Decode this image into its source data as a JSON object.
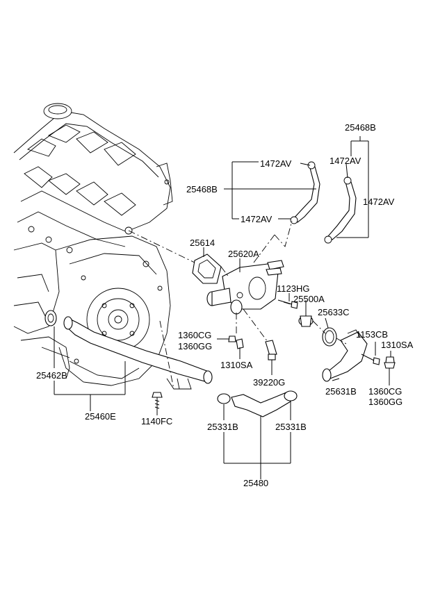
{
  "parts": {
    "p25468B_top": "25468B",
    "p1472AV_a": "1472AV",
    "p1472AV_b": "1472AV",
    "p25468B_left": "25468B",
    "p1472AV_c": "1472AV",
    "p1472AV_d": "1472AV",
    "p25614": "25614",
    "p25620A": "25620A",
    "p1123HG": "1123HG",
    "p25500A": "25500A",
    "p25633C": "25633C",
    "p1360CG_a": "1360CG",
    "p1360GG_a": "1360GG",
    "p1153CB": "1153CB",
    "p1310SA_a": "1310SA",
    "p1310SA_b": "1310SA",
    "p39220G": "39220G",
    "p25631B": "25631B",
    "p1360CG_b": "1360CG",
    "p1360GG_b": "1360GG",
    "p25462B": "25462B",
    "p25460E": "25460E",
    "p1140FC": "1140FC",
    "p25331B_a": "25331B",
    "p25331B_b": "25331B",
    "p25480": "25480"
  }
}
